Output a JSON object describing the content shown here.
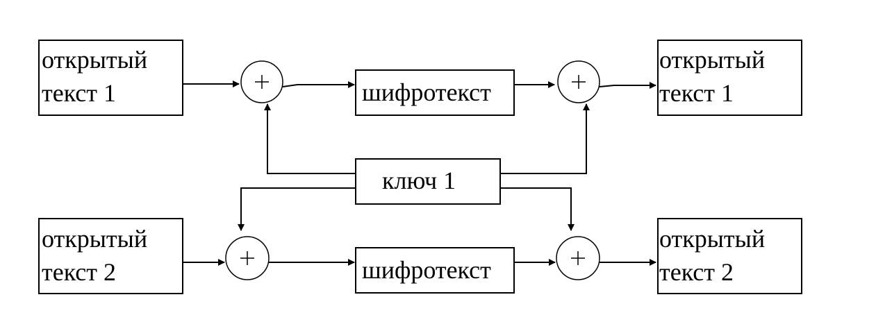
{
  "row1": {
    "input_label_line1": "открытый",
    "input_label_line2": "текст 1",
    "cipher_label": "шифротекст",
    "output_label_line1": "открытый",
    "output_label_line2": "текст 1"
  },
  "key": {
    "label": "ключ 1"
  },
  "row2": {
    "input_label_line1": "открытый",
    "input_label_line2": "текст 2",
    "cipher_label": "шифротекст",
    "output_label_line1": "открытый",
    "output_label_line2": "текст 2"
  },
  "colors": {
    "stroke": "#000000",
    "background": "#ffffff"
  }
}
